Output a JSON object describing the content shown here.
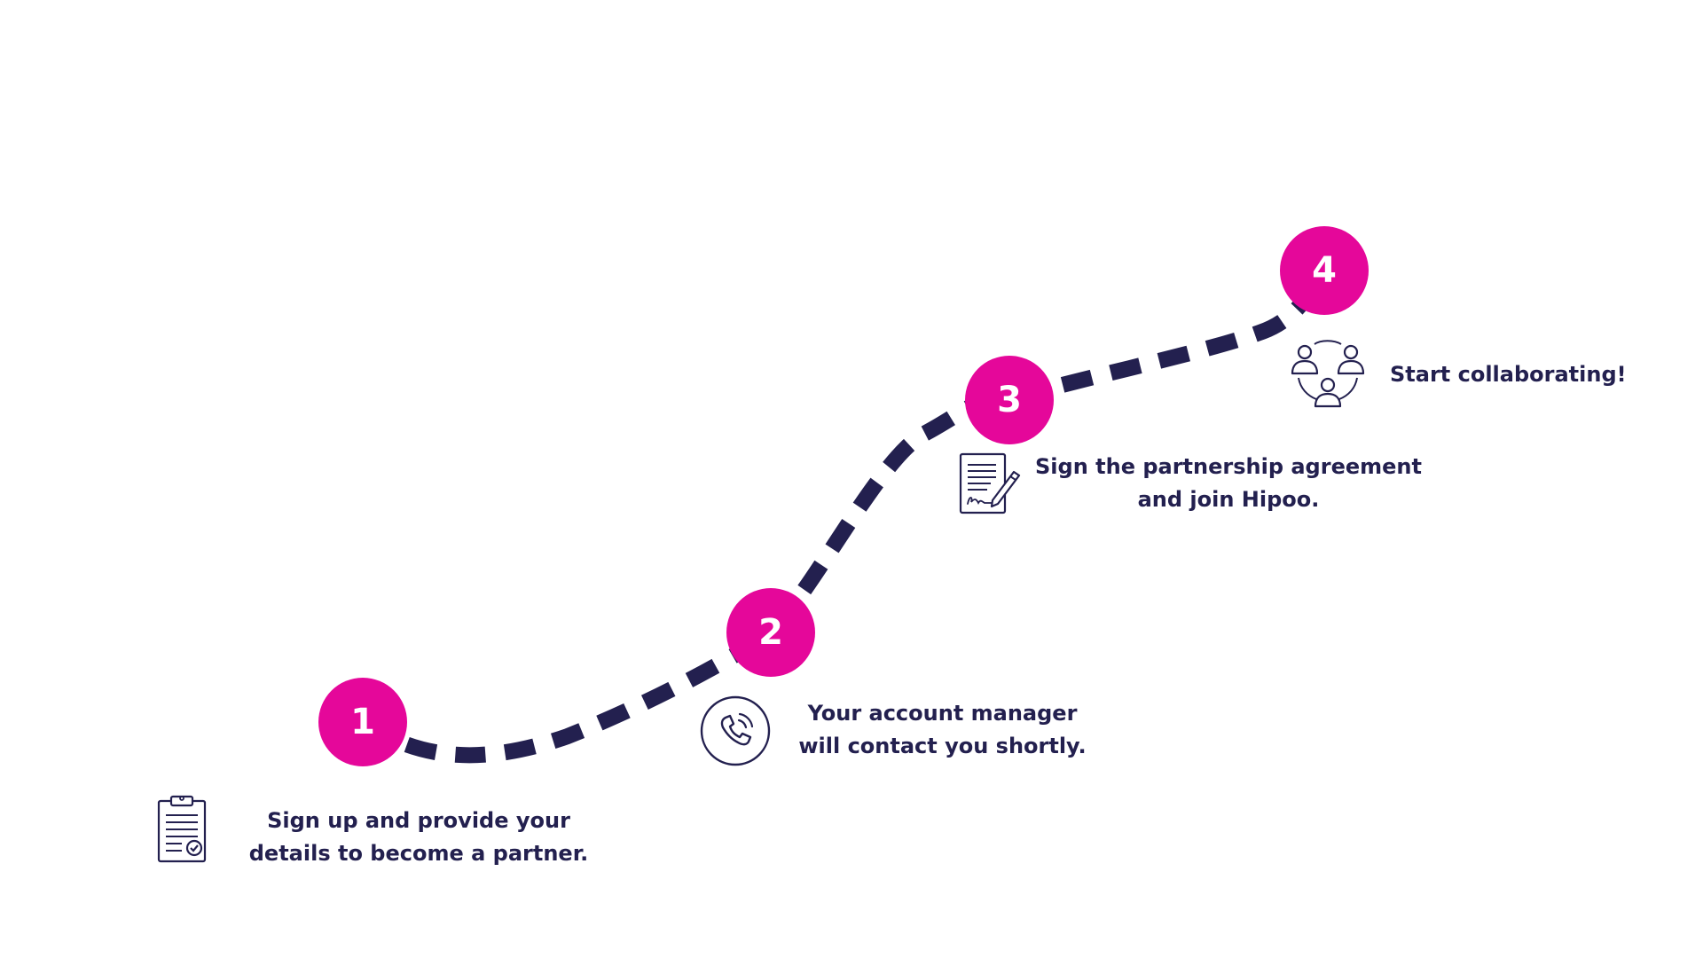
{
  "colors": {
    "accent": "#e5079a",
    "navy": "#23204f",
    "background": "#ffffff"
  },
  "steps": [
    {
      "number": "1",
      "icon": "clipboard-check-icon",
      "lines": [
        "Sign up and provide your",
        "details to become a partner."
      ]
    },
    {
      "number": "2",
      "icon": "phone-call-icon",
      "lines": [
        "Your account manager",
        "will contact you shortly."
      ]
    },
    {
      "number": "3",
      "icon": "signed-contract-icon",
      "lines": [
        "Sign the partnership agreement",
        "and join Hipoo."
      ]
    },
    {
      "number": "4",
      "icon": "team-network-icon",
      "lines": [
        "Start collaborating!"
      ]
    }
  ]
}
